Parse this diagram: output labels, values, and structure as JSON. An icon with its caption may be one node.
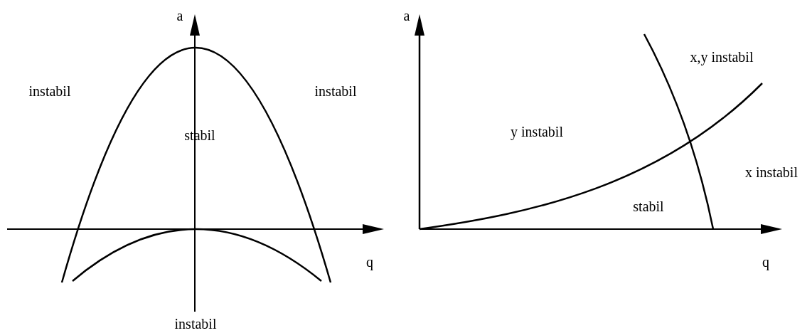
{
  "diagram": {
    "labels": [
      "a",
      "instabil",
      "instabil",
      "stabil",
      "q",
      "instabil",
      "a",
      "x,y instabil",
      "y instabil",
      "x instabil",
      "stabil",
      "q"
    ]
  }
}
